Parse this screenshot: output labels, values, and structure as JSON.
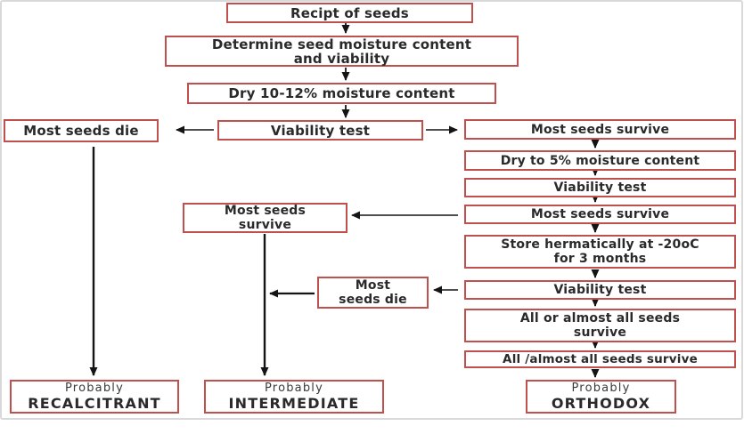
{
  "palette": {
    "box_border": "#c0504d",
    "box_fill": "#ffffff",
    "text": "#2a2a2a",
    "arrow": "#141414",
    "frame_border": "#d9d9d9",
    "background": "#ffffff"
  },
  "nodes": {
    "receipt": {
      "lines": [
        "Recipt of seeds"
      ]
    },
    "determine": {
      "lines": [
        "Determine seed moisture content",
        "and viability"
      ]
    },
    "dry_10_12": {
      "lines": [
        "Dry 10-12% moisture content"
      ]
    },
    "most_seeds_die_left": {
      "lines": [
        "Most seeds die"
      ]
    },
    "viability_center": {
      "lines": [
        "Viability test"
      ]
    },
    "most_seeds_survive_r1": {
      "lines": [
        "Most seeds survive"
      ]
    },
    "dry_to_5": {
      "lines": [
        "Dry to 5% moisture content"
      ]
    },
    "viability_r1": {
      "lines": [
        "Viability test"
      ]
    },
    "most_seeds_survive_r2": {
      "lines": [
        "Most seeds survive"
      ]
    },
    "store_hermetically": {
      "lines": [
        "Store hermatically at  -20oC",
        "for 3 months"
      ]
    },
    "viability_r2": {
      "lines": [
        "Viability test"
      ]
    },
    "all_or_almost": {
      "lines": [
        "All or almost all seeds",
        "survive"
      ]
    },
    "all_almost_single": {
      "lines": [
        "All /almost all seeds survive"
      ]
    },
    "most_seeds_survive_mid": {
      "lines": [
        "Most seeds",
        "survive"
      ]
    },
    "most_seeds_die_mid": {
      "lines": [
        "Most",
        "seeds die"
      ]
    },
    "recalcitrant": {
      "lines": [
        "Probably",
        "RECALCITRANT"
      ]
    },
    "intermediate": {
      "lines": [
        "Probably",
        "INTERMEDIATE"
      ]
    },
    "orthodox": {
      "lines": [
        "Probably",
        "ORTHODOX"
      ]
    }
  },
  "edges": [
    {
      "from": "receipt",
      "to": "determine"
    },
    {
      "from": "determine",
      "to": "dry_10_12"
    },
    {
      "from": "dry_10_12",
      "to": "viability_center"
    },
    {
      "from": "viability_center",
      "to": "most_seeds_die_left"
    },
    {
      "from": "viability_center",
      "to": "most_seeds_survive_r1"
    },
    {
      "from": "most_seeds_die_left",
      "to": "recalcitrant"
    },
    {
      "from": "most_seeds_survive_r1",
      "to": "dry_to_5"
    },
    {
      "from": "dry_to_5",
      "to": "viability_r1"
    },
    {
      "from": "viability_r1",
      "to": "most_seeds_survive_r2"
    },
    {
      "from": "most_seeds_survive_r2",
      "to": "most_seeds_survive_mid"
    },
    {
      "from": "most_seeds_survive_r2",
      "to": "store_hermetically"
    },
    {
      "from": "store_hermetically",
      "to": "viability_r2"
    },
    {
      "from": "viability_r2",
      "to": "most_seeds_die_mid"
    },
    {
      "from": "viability_r2",
      "to": "all_or_almost"
    },
    {
      "from": "all_or_almost",
      "to": "all_almost_single"
    },
    {
      "from": "all_almost_single",
      "to": "orthodox"
    },
    {
      "from": "most_seeds_survive_mid",
      "to": "intermediate"
    },
    {
      "from": "most_seeds_die_mid",
      "to": "intermediate"
    }
  ]
}
